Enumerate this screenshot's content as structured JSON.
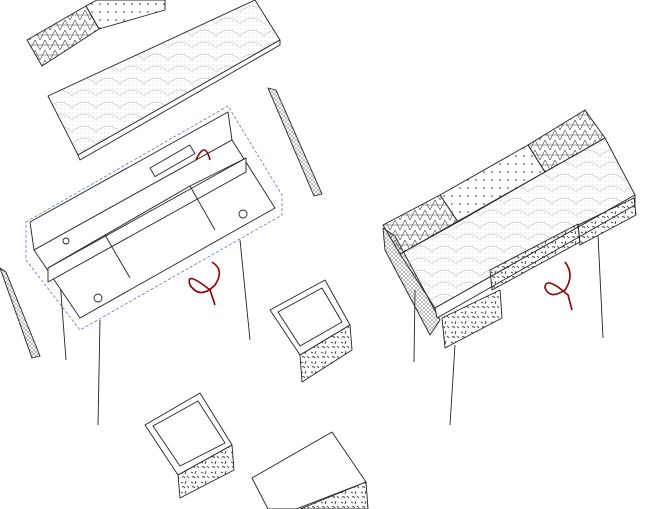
{
  "illustration": {
    "colors": {
      "line": "#222222",
      "cable": "#8b0000",
      "guide": "#4a5bd6",
      "background": "#ffffff"
    },
    "patterns": [
      "triangles",
      "dots",
      "scales",
      "terrazzo",
      "marble"
    ]
  }
}
